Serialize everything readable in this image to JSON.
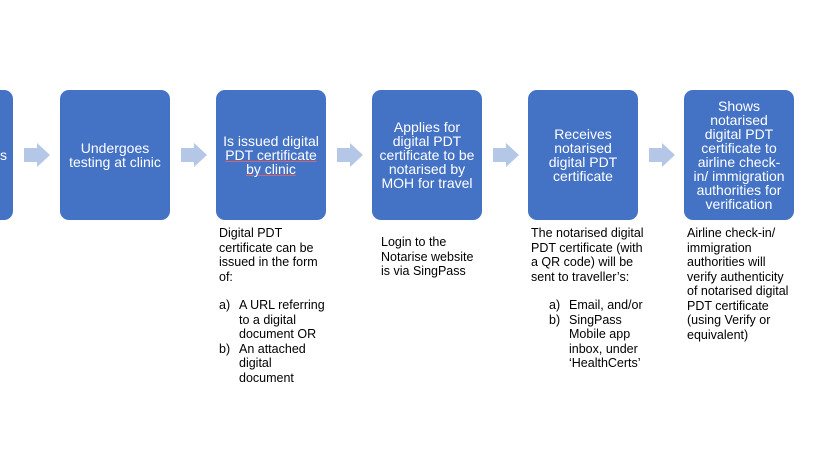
{
  "steps": [
    {
      "id": "partial",
      "lines": [
        "s"
      ]
    },
    {
      "id": "testing",
      "lines": [
        "Undergoes",
        "testing at clinic"
      ]
    },
    {
      "id": "issued",
      "lines": [
        "Is issued digital",
        "PDT certificate",
        "by clinic"
      ]
    },
    {
      "id": "applies",
      "lines": [
        "Applies for",
        "digital PDT",
        "certificate to be",
        "notarised by",
        "MOH for travel"
      ]
    },
    {
      "id": "receives",
      "lines": [
        "Receives",
        "notarised",
        "digital PDT",
        "certificate"
      ]
    },
    {
      "id": "shows",
      "lines": [
        "Shows",
        "notarised",
        "digital PDT",
        "certificate to",
        "airline check-",
        "in/  immigration",
        "authorities for",
        "verification"
      ]
    }
  ],
  "notes": {
    "issued": {
      "text_lines": [
        "Digital PDT",
        "certificate can be",
        "issued in the form",
        "of:"
      ],
      "items": [
        {
          "marker": "a)",
          "lines": [
            "A URL referring",
            "to a digital",
            "document OR"
          ]
        },
        {
          "marker": "b)",
          "lines": [
            "An attached",
            "digital",
            "document"
          ]
        }
      ]
    },
    "applies": {
      "text_lines": [
        "Login to the",
        "Notarise website",
        "is via SingPass"
      ]
    },
    "receives": {
      "text_lines": [
        "The notarised digital",
        "PDT certificate (with",
        "a QR code) will be",
        "sent to traveller’s:"
      ],
      "items": [
        {
          "marker": "a)",
          "lines": [
            "Email, and/or"
          ]
        },
        {
          "marker": "b)",
          "lines": [
            "SingPass",
            "Mobile app",
            "inbox, under",
            "‘HealthCerts’"
          ]
        }
      ]
    },
    "shows": {
      "text_lines": [
        "Airline check-in/",
        "immigration",
        "authorities will",
        "verify authenticity",
        "of notarised digital",
        "PDT certificate",
        "(using Verify or",
        "equivalent)"
      ]
    }
  },
  "colors": {
    "box": "#4472c4",
    "arrow": "#b4c7e7",
    "underline": "#e06060"
  }
}
